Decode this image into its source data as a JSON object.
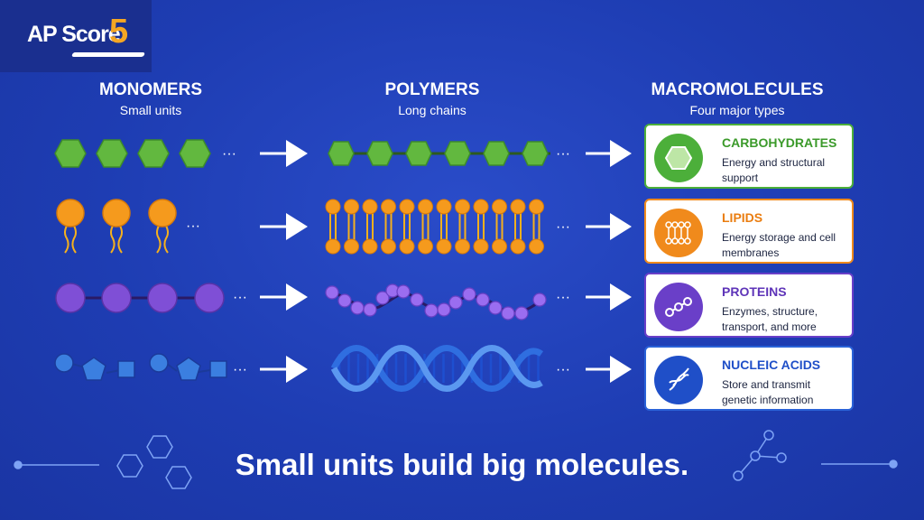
{
  "brand": {
    "text": "AP Score",
    "number": "5"
  },
  "columns": {
    "monomers": {
      "title": "MONOMERS",
      "subtitle": "Small units"
    },
    "polymers": {
      "title": "POLYMERS",
      "subtitle": "Long chains"
    },
    "macro": {
      "title": "MACROMOLECULES",
      "subtitle": "Four major types"
    }
  },
  "ellipsis": "···",
  "macromolecules": [
    {
      "name": "CARBOHYDRATES",
      "desc": "Energy and structural support",
      "color": "#4caf3a",
      "icon": "hexagon-icon"
    },
    {
      "name": "LIPIDS",
      "desc": "Energy storage and cell membranes",
      "color": "#f08a1c",
      "icon": "bilayer-icon"
    },
    {
      "name": "PROTEINS",
      "desc": "Enzymes, structure, transport, and more",
      "color": "#6a3fc8",
      "icon": "peptide-chain-icon"
    },
    {
      "name": "NUCLEIC ACIDS",
      "desc": "Store and transmit genetic information",
      "color": "#2a62d8",
      "icon": "dna-icon"
    }
  ],
  "tagline": "Small units build big molecules.",
  "colors": {
    "background": "#1f3fb4",
    "green": "#62b83f",
    "orange": "#f59a1d",
    "purple": "#7f4fd6",
    "blue": "#3b7fe0"
  }
}
